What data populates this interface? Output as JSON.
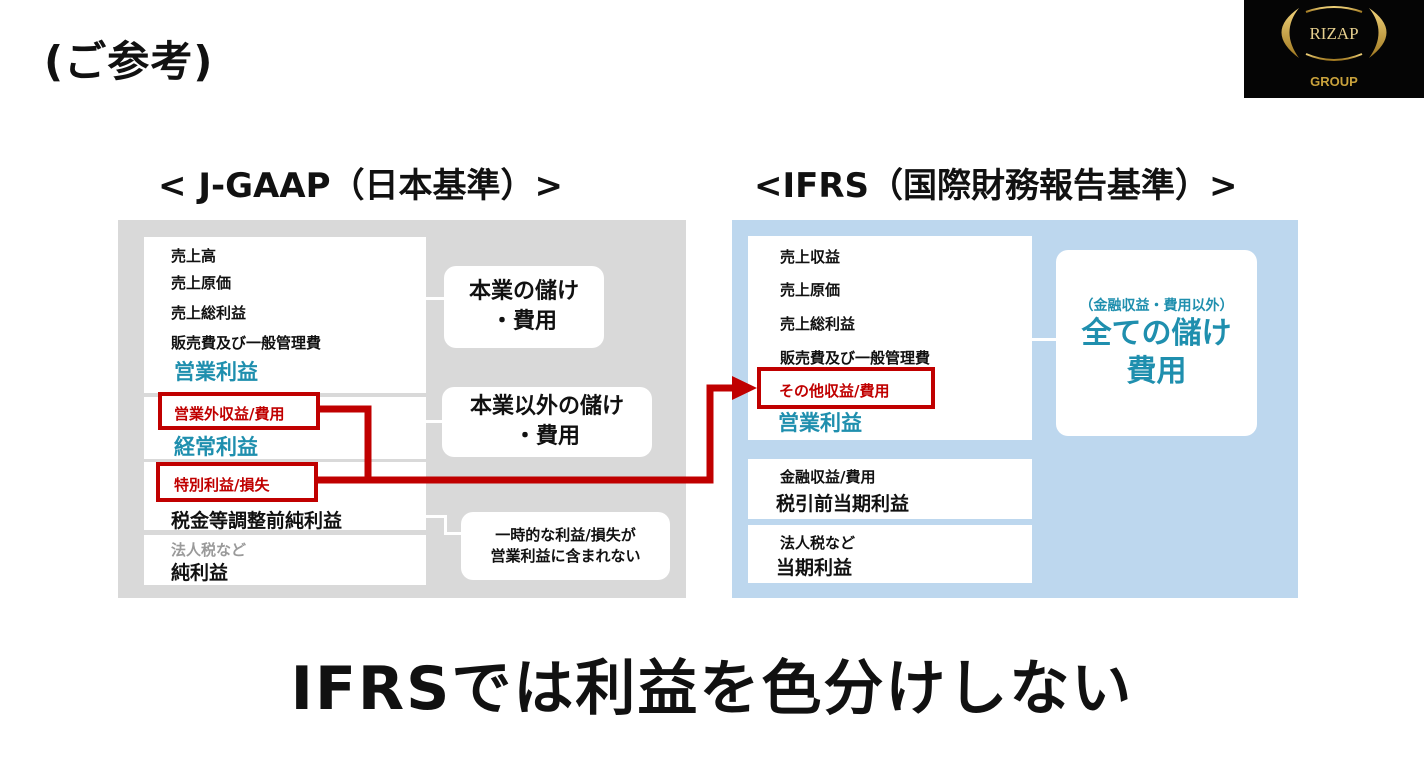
{
  "header": {
    "title": "(ご参考)"
  },
  "logo": {
    "brand": "RIZAP",
    "sub": "GROUP",
    "icon": "rizap-logo-icon"
  },
  "jgaap": {
    "heading": "< J-GAAP（日本基準）>",
    "group1": [
      "売上高",
      "売上原価",
      "売上総利益",
      "販売費及び一般管理費"
    ],
    "group1_profit": "営業利益",
    "group2_highlight": "営業外収益/費用",
    "group2_profit": "経常利益",
    "group3_highlight": "特別利益/損失",
    "group3_profit": "税金等調整前純利益",
    "group4_label": "法人税など",
    "group4_profit": "純利益",
    "callout1": [
      "本業の儲け",
      "・費用"
    ],
    "callout2": [
      "本業以外の儲け",
      "・費用"
    ],
    "callout3": [
      "一時的な利益/損失が",
      "営業利益に含まれない"
    ]
  },
  "ifrs": {
    "heading": "<IFRS（国際財務報告基準）>",
    "group1": [
      "売上収益",
      "売上原価",
      "売上総利益",
      "販売費及び一般管理費"
    ],
    "group1_highlight": "その他収益/費用",
    "group1_profit": "営業利益",
    "group2_label": "金融収益/費用",
    "group2_profit": "税引前当期利益",
    "group3_label": "法人税など",
    "group3_profit": "当期利益",
    "callout_sub": "（金融収益・費用以外）",
    "callout_main": [
      "全ての儲け",
      "費用"
    ]
  },
  "conclusion": "IFRSでは利益を色分けしない",
  "colors": {
    "accent_red": "#c00000",
    "teal": "#1f8fae",
    "gray_panel": "#d9d9d9",
    "blue_panel": "#bdd7ee",
    "logo_gold": "#c9a23c"
  }
}
